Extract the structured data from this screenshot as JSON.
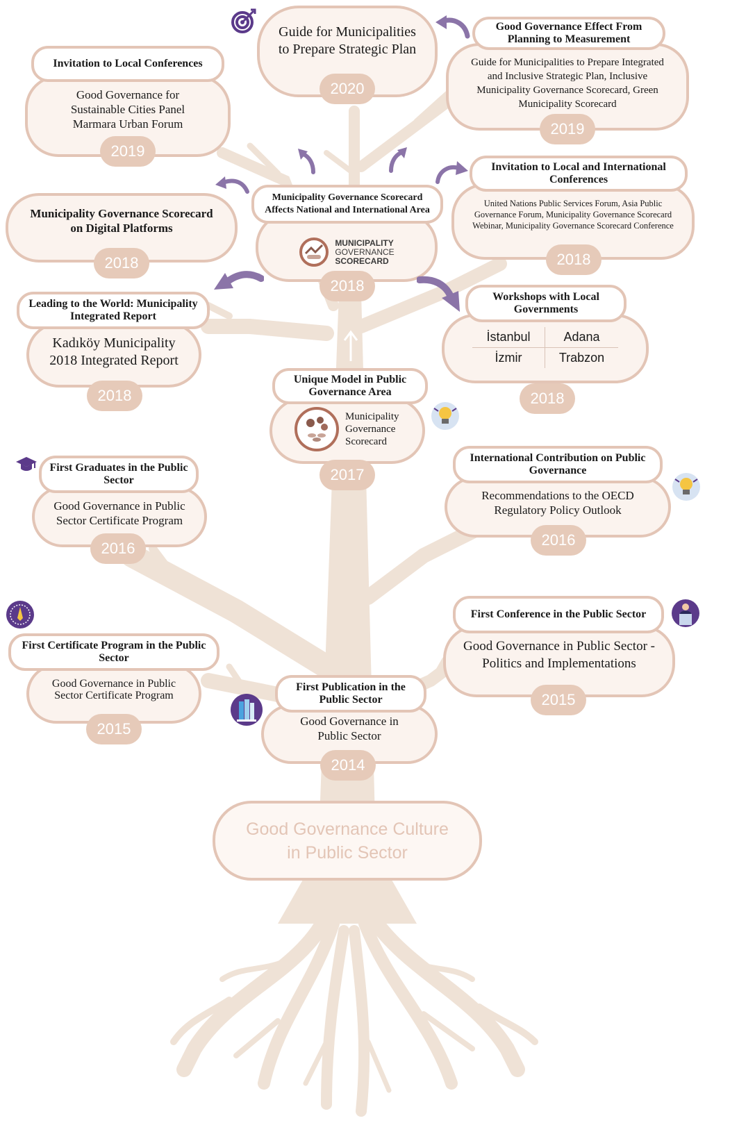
{
  "root": {
    "line1": "Good Governance Culture",
    "line2": "in Public Sector"
  },
  "colors": {
    "tree": "#efe2d6",
    "border": "#e3c5b6",
    "fill": "#fbf3ee",
    "year": "#e6cab9",
    "arrow": "#8b74a8",
    "icon": "#5b3a8a"
  },
  "cards": {
    "c2020": {
      "body": "Guide for Municipalities to Prepare Strategic Plan",
      "year": "2020",
      "icon": "target-icon"
    },
    "c2019b": {
      "title": "Good Governance Effect From Planning to Measurement",
      "body": "Guide for Municipalities to Prepare Integrated and Inclusive Strategic Plan, Inclusive Municipality Governance Scorecard, Green Municipality Scorecard",
      "year": "2019"
    },
    "c2019a": {
      "title": "Invitation to Local Conferences",
      "body": "Good Governance for Sustainable Cities Panel Marmara Urban Forum",
      "year": "2019"
    },
    "c2018center": {
      "title": "Municipality Governance Scorecard Affects National and International Area",
      "logo_line1": "MUNICIPALITY",
      "logo_line2": "GOVERNANCE",
      "logo_line3": "SCORECARD",
      "year": "2018"
    },
    "c2018conf": {
      "title": "Invitation to Local and International Conferences",
      "body": "United Nations Public Services Forum, Asia Public Governance Forum, Municipality Governance Scorecard Webinar, Municipality Governance Scorecard Conference",
      "year": "2018"
    },
    "c2018digital": {
      "body": "Municipality Governance Scorecard on Digital Platforms",
      "year": "2018"
    },
    "c2018report": {
      "title": "Leading to the World: Municipality Integrated Report",
      "body": "Kadıköy Municipality 2018 Integrated Report",
      "year": "2018"
    },
    "c2018work": {
      "title": "Workshops with Local Governments",
      "cities": [
        "İstanbul",
        "Adana",
        "İzmir",
        "Trabzon"
      ],
      "year": "2018"
    },
    "c2017": {
      "title": "Unique Model in Public Governance Area",
      "body": "Municipality Governance Scorecard",
      "year": "2017",
      "icon": "lightbulb-icon"
    },
    "c2016a": {
      "title": "First Graduates in the Public Sector",
      "body": "Good Governance in Public Sector Certificate Program",
      "year": "2016",
      "icon": "graduation-cap-icon"
    },
    "c2016b": {
      "title": "International Contribution on Public Governance",
      "body": "Recommendations to the OECD Regulatory Policy Outlook",
      "year": "2016",
      "icon": "lightbulb-icon"
    },
    "c2015a": {
      "title": "First Certificate Program in the Public Sector",
      "body": "Good Governance in Public Sector Certificate Program",
      "year": "2015",
      "icon": "certificate-pen-icon"
    },
    "c2015b": {
      "title": "First Conference in the Public Sector",
      "body": "Good Governance in Public Sector - Politics and Implementations",
      "year": "2015",
      "icon": "speaker-podium-icon"
    },
    "c2014": {
      "title": "First Publication in the Public Sector",
      "body": "Good Governance in Public Sector",
      "year": "2014",
      "icon": "books-icon"
    }
  }
}
